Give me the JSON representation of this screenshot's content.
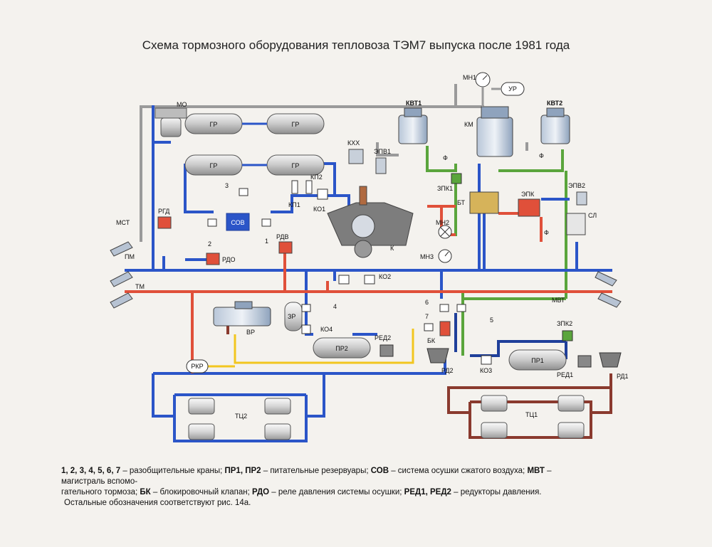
{
  "title": "Схема тормозного оборудования тепловоза ТЭМ7 выпуска после 1981 года",
  "labels": {
    "mo": "МО",
    "gr1": "ГР",
    "gr2": "ГР",
    "gr3": "ГР",
    "gr4": "ГР",
    "kvt1": "КВТ1",
    "kvt2": "КВТ2",
    "mn1": "МН1",
    "ur": "УР",
    "km": "КМ",
    "kxx": "КХХ",
    "epv1": "ЭПВ1",
    "f1": "Ф",
    "f2": "Ф",
    "f3": "Ф",
    "zpk1": "ЗПК1",
    "bt": "БТ",
    "epk": "ЭПК",
    "epv2": "ЭПВ2",
    "sl": "СЛ",
    "mn2": "МН2",
    "mn3": "МН3",
    "kp1": "КП1",
    "kp2": "КП2",
    "ko1": "КО1",
    "n3": "3",
    "rgd": "РГД",
    "sov": "СОВ",
    "n2": "2",
    "n1": "1",
    "rdv": "РДВ",
    "k": "К",
    "rdo": "РДО",
    "mst": "МСТ",
    "pm": "ПМ",
    "tm": "ТМ",
    "ko2": "КО2",
    "n4": "4",
    "zr": "ЗР",
    "vr": "ВР",
    "ko4": "КО4",
    "pr2": "ПР2",
    "red2": "РЕД2",
    "n6": "6",
    "n7": "7",
    "bk": "БК",
    "n5": "5",
    "mvt": "МВТ",
    "zpk2": "ЗПК2",
    "pr1": "ПР1",
    "red1": "РЕД1",
    "rd1": "РД1",
    "rd2": "РД2",
    "ko3": "КО3",
    "rkr": "РКР",
    "tc1": "ТЦ1",
    "tc2": "ТЦ2"
  },
  "caption": {
    "l1_a": "1, 2, 3, 4, 5, 6, 7",
    "l1_b": " – разобщительные краны; ",
    "l1_c": "ПР1, ПР2",
    "l1_d": " – питательные резервуары; ",
    "l1_e": "СОВ",
    "l1_f": " – система осушки сжатого воздуха; ",
    "l1_g": "МВТ",
    "l1_h": " – магистраль вспомо-",
    "l2_a": "гательного тормоза; ",
    "l2_b": "БК",
    "l2_c": " – блокировочный клапан; ",
    "l2_d": "РДО",
    "l2_e": " –  реле давления системы осушки; ",
    "l2_f": "РЕД1, РЕД2",
    "l2_g": " – редукторы давления.",
    "l3": "Остальные обозначения соответствуют рис. 14а."
  },
  "colors": {
    "blue": "#2b55c8",
    "red": "#e0503a",
    "green": "#5aa53c",
    "gray": "#9a9a9a",
    "yellow": "#f2c61f",
    "maroon": "#8a3a2e",
    "navy": "#1f3f9a"
  }
}
